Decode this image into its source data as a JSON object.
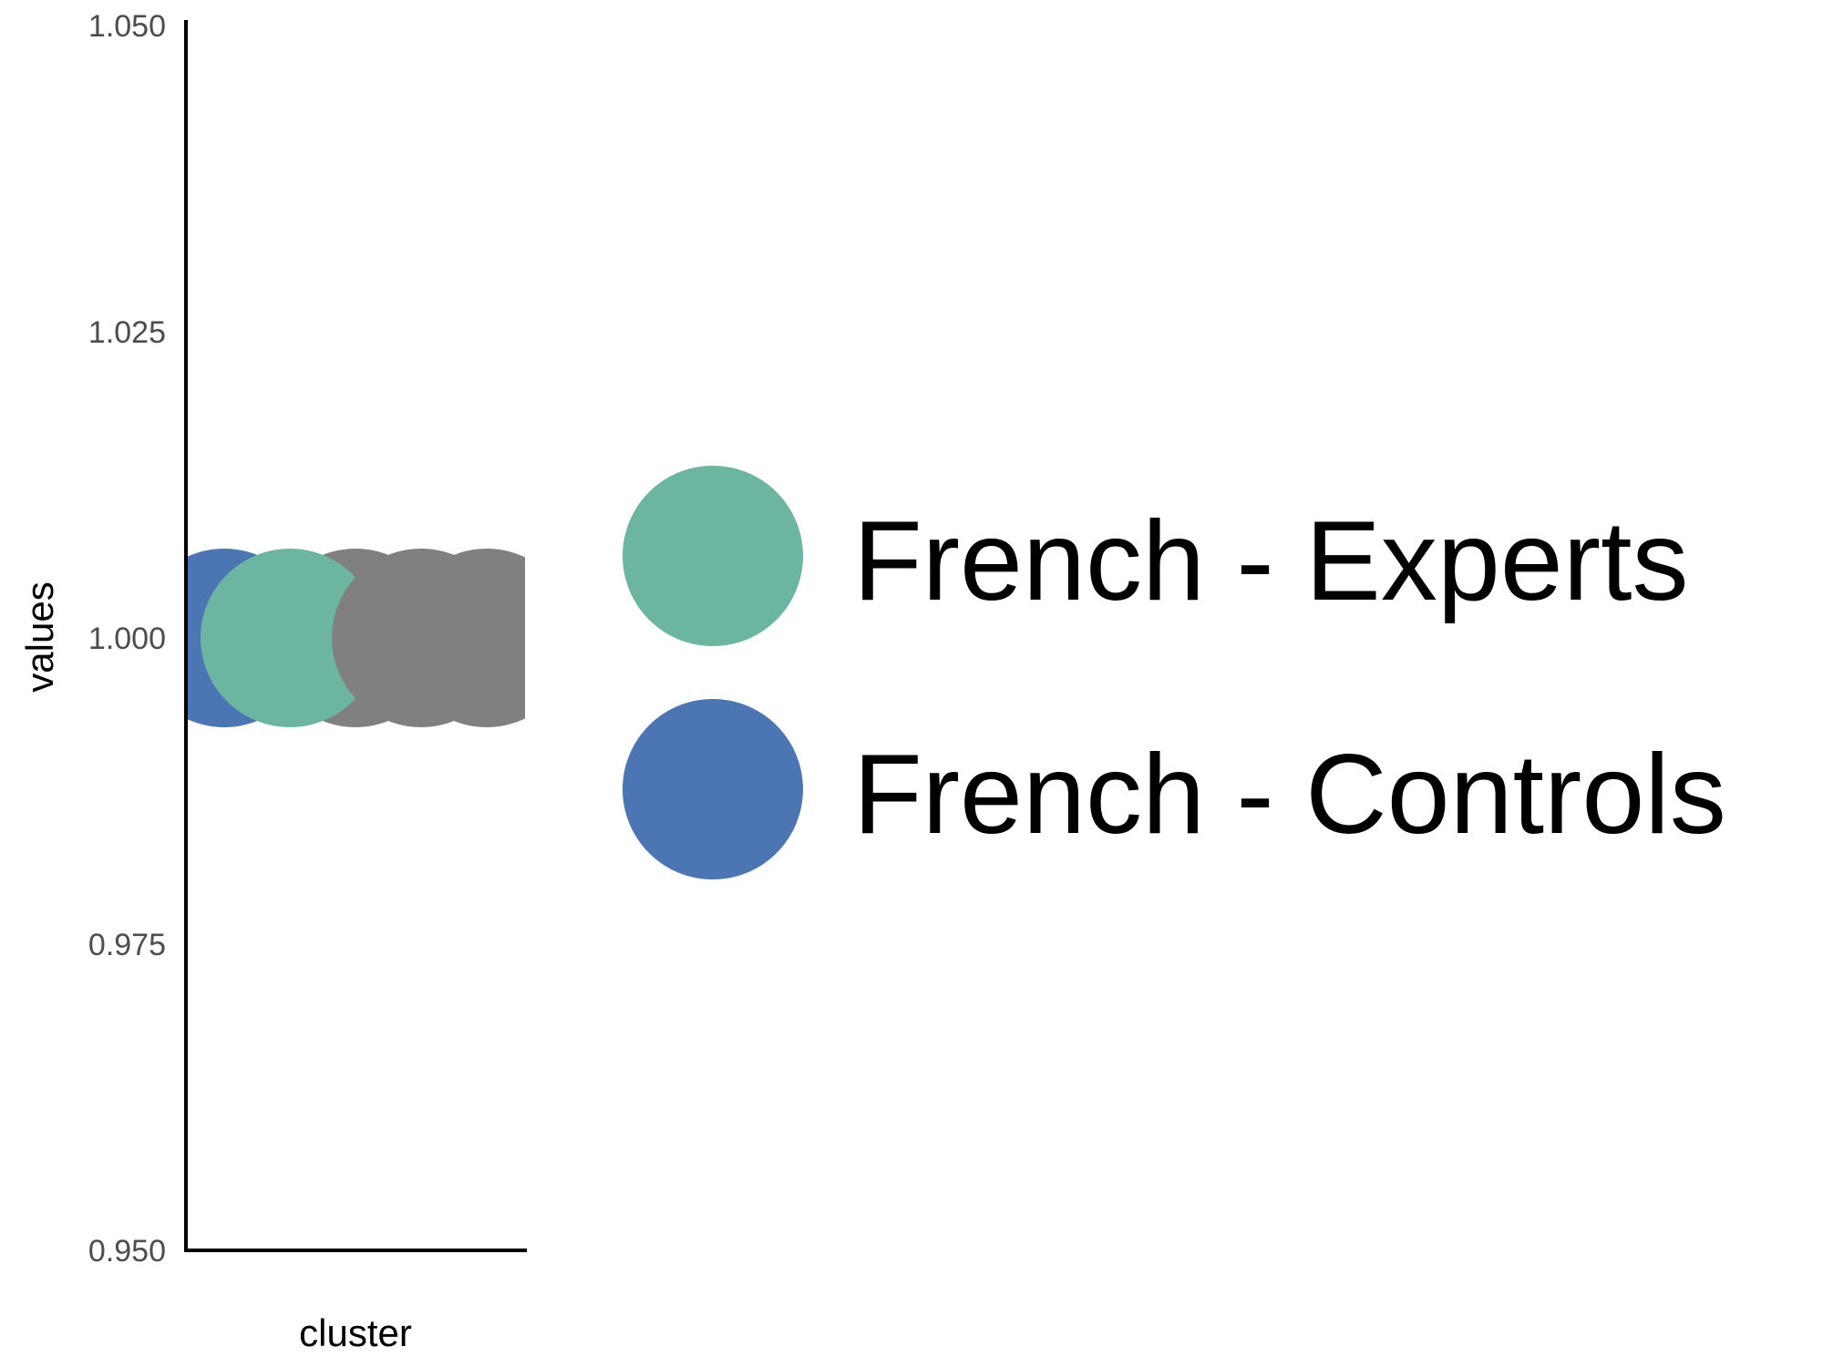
{
  "chart_data": {
    "type": "scatter",
    "title": "",
    "xlabel": "cluster",
    "ylabel": "values",
    "ylim": [
      0.95,
      1.05
    ],
    "yticks": [
      "0.950",
      "0.975",
      "1.000",
      "1.025",
      "1.050"
    ],
    "ytick_values": [
      0.95,
      0.975,
      1.0,
      1.025,
      1.05
    ],
    "grid": false,
    "legend_position": "right",
    "series": [
      {
        "name": "French - Experts",
        "color": "#6bb5a1",
        "values": [
          1.0
        ]
      },
      {
        "name": "French - Controls",
        "color": "#4c75b3",
        "values": [
          1.0
        ]
      },
      {
        "name": "",
        "color": "#808080",
        "values": [
          1.0,
          1.0,
          1.0
        ]
      }
    ],
    "points": [
      {
        "group": "French - Experts",
        "y": 1.0,
        "color": "#6bb5a1"
      },
      {
        "group": "French - Controls",
        "y": 1.0,
        "color": "#4c75b3"
      },
      {
        "group": "",
        "y": 1.0,
        "color": "#808080"
      },
      {
        "group": "",
        "y": 1.0,
        "color": "#808080"
      },
      {
        "group": "",
        "y": 1.0,
        "color": "#808080"
      }
    ]
  }
}
